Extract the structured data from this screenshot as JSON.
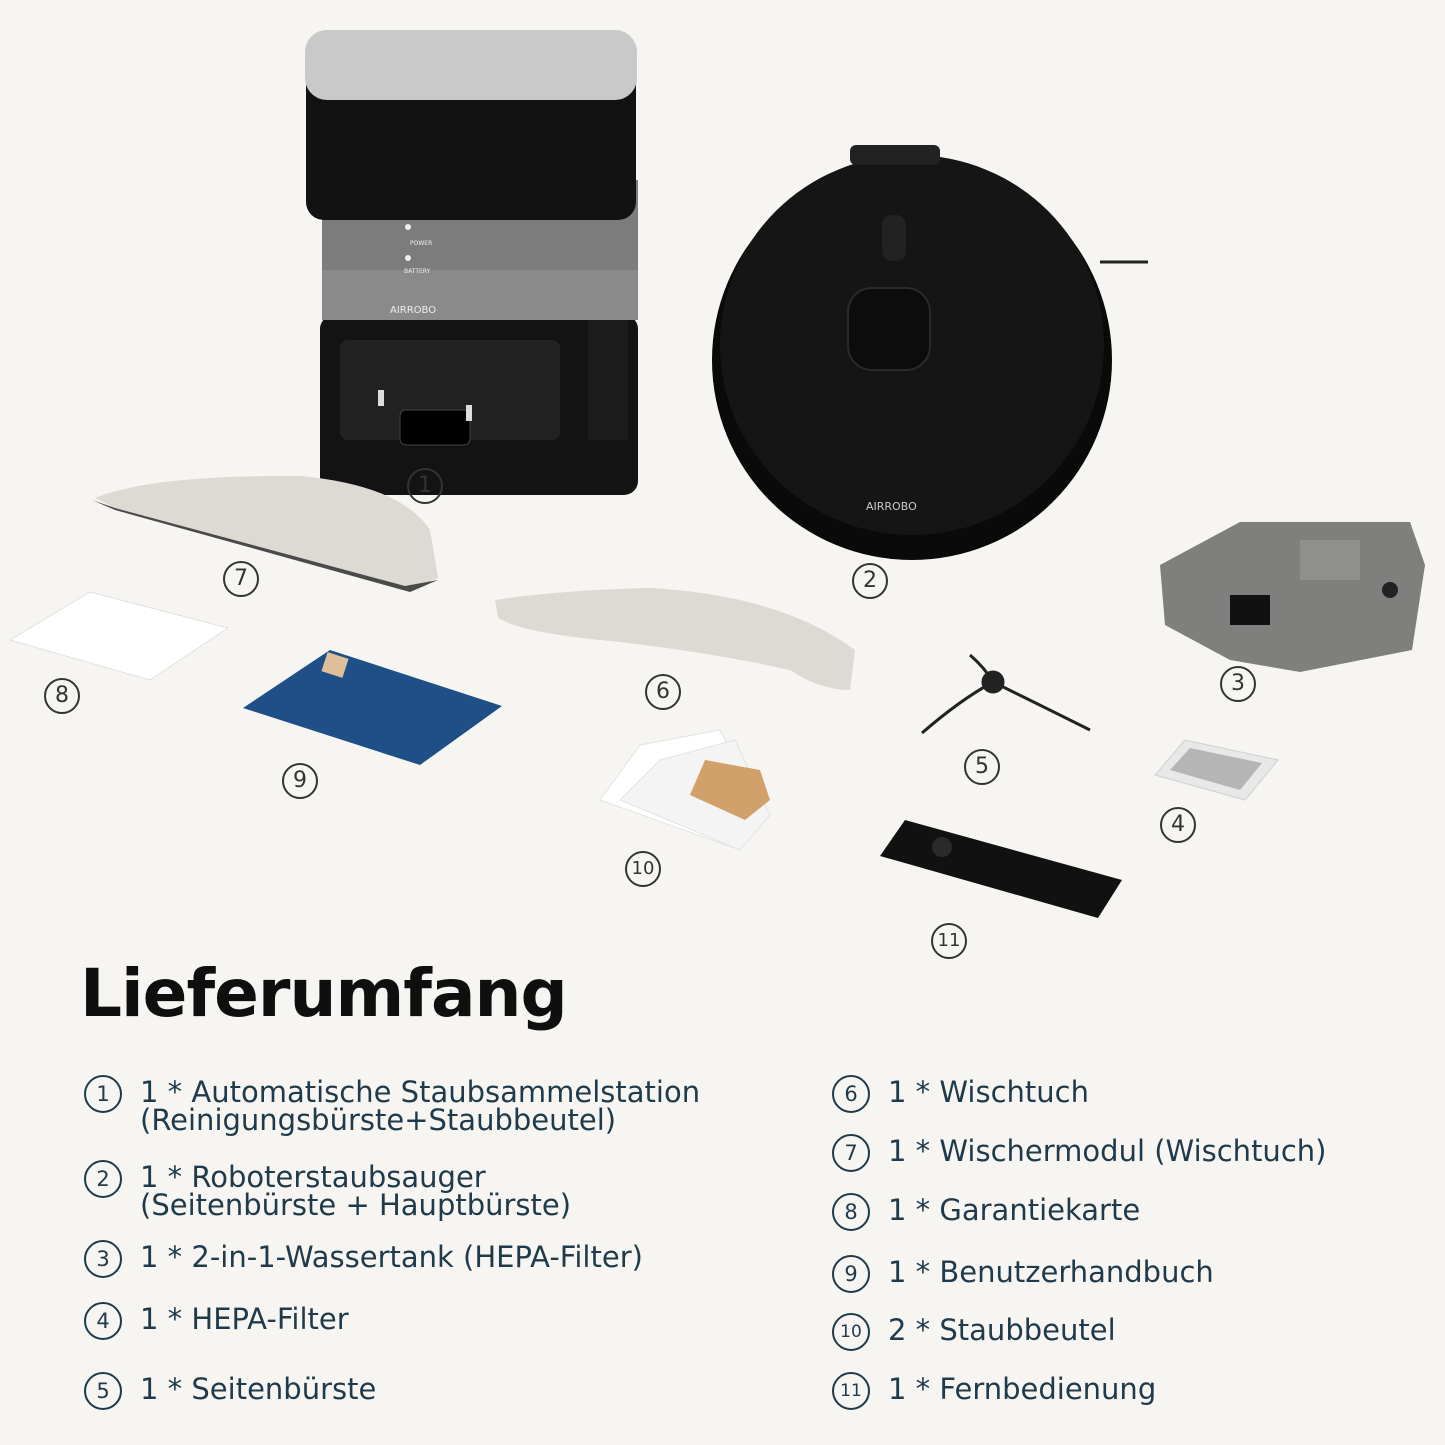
{
  "heading": "Lieferumfang",
  "brand": "AIRROBO",
  "station_labels": {
    "power": "POWER",
    "battery": "BATTERY"
  },
  "photo_numbers": [
    "1",
    "2",
    "3",
    "4",
    "5",
    "6",
    "7",
    "8",
    "9",
    "10",
    "11"
  ],
  "items_left": [
    {
      "num": "1",
      "line1": "1 * Automatische Staubsammelstation",
      "line2": "(Reinigungsbürste+Staubbeutel)"
    },
    {
      "num": "2",
      "line1": "1 * Roboterstaubsauger",
      "line2": "(Seitenbürste + Hauptbürste)"
    },
    {
      "num": "3",
      "line1": "1 * 2-in-1-Wassertank (HEPA-Filter)",
      "line2": ""
    },
    {
      "num": "4",
      "line1": "1 * HEPA-Filter",
      "line2": ""
    },
    {
      "num": "5",
      "line1": "1 * Seitenbürste",
      "line2": ""
    }
  ],
  "items_right": [
    {
      "num": "6",
      "line1": "1 * Wischtuch"
    },
    {
      "num": "7",
      "line1": "1 * Wischermodul (Wischtuch)"
    },
    {
      "num": "8",
      "line1": "1 * Garantiekarte"
    },
    {
      "num": "9",
      "line1": "1 * Benutzerhandbuch"
    },
    {
      "num": "10",
      "line1": "2 * Staubbeutel"
    },
    {
      "num": "11",
      "line1": "1 * Fernbedienung"
    }
  ]
}
